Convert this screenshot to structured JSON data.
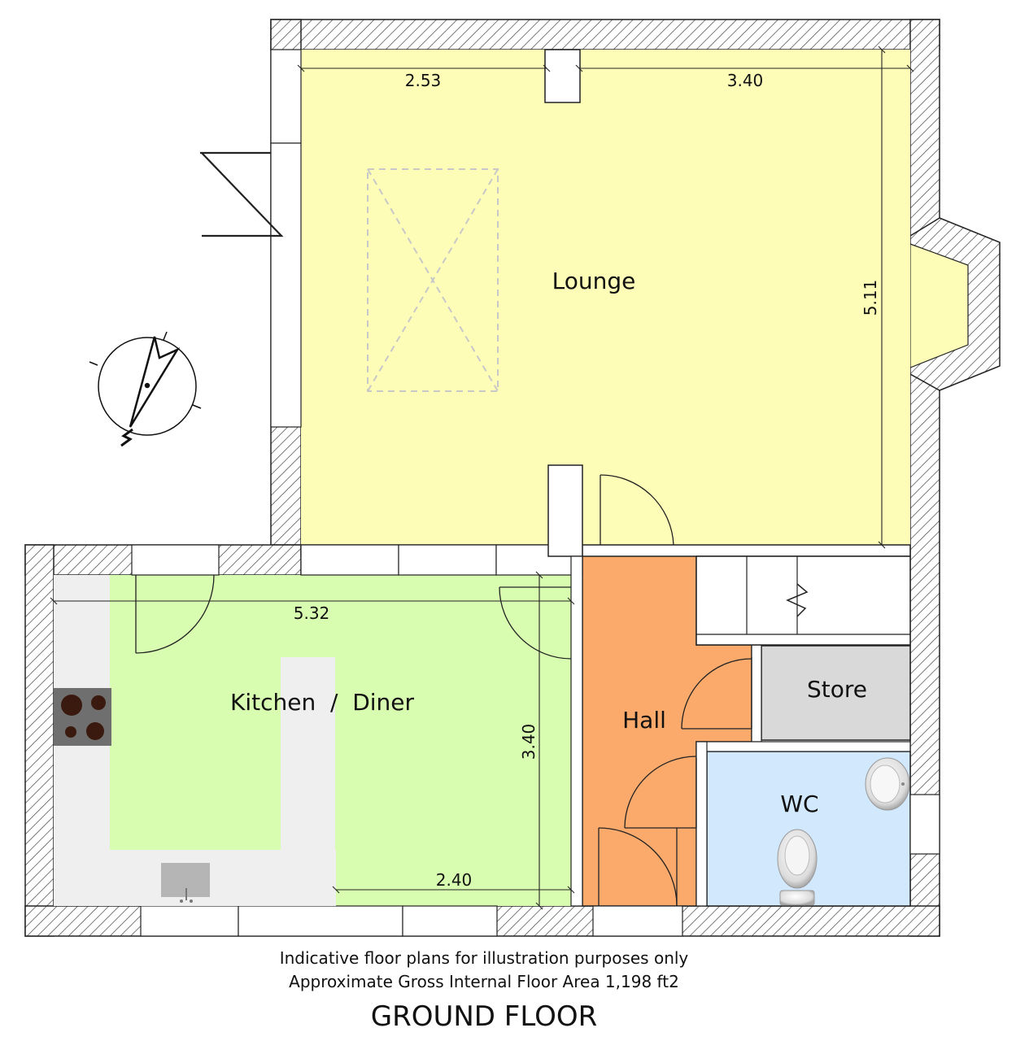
{
  "rooms": {
    "lounge": "Lounge",
    "kitchen": "Kitchen  /  Diner",
    "hall": "Hall",
    "store": "Store",
    "wc": "WC"
  },
  "dimensions": {
    "lounge_left": "2.53",
    "lounge_right": "3.40",
    "lounge_height": "5.11",
    "kitchen_width": "5.32",
    "kitchen_height": "3.40",
    "kitchen_bottom": "2.40"
  },
  "footer": {
    "line1": "Indicative floor plans for illustration purposes only",
    "line2": "Approximate Gross Internal Floor Area 1,198 ft2",
    "title": "GROUND FLOOR"
  },
  "colors": {
    "lounge": "#fdfdb8",
    "kitchen": "#d8fdb0",
    "hall": "#fbaa6c",
    "store": "#d9d9d9",
    "wc": "#d2e8fd"
  }
}
